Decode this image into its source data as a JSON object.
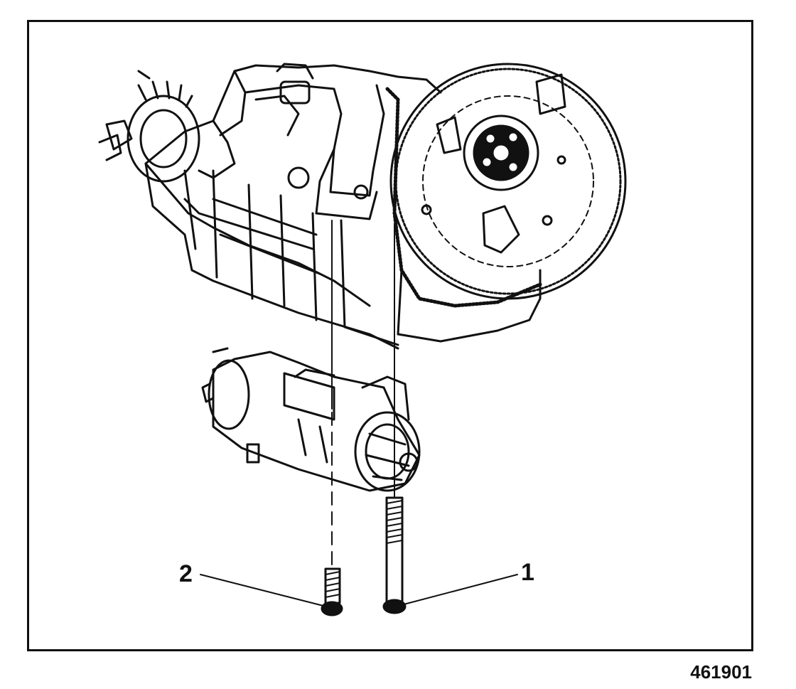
{
  "figure": {
    "id": "461901",
    "callouts": [
      {
        "label": "1",
        "target": "starter-bolt-long"
      },
      {
        "label": "2",
        "target": "starter-bolt-short"
      }
    ]
  }
}
